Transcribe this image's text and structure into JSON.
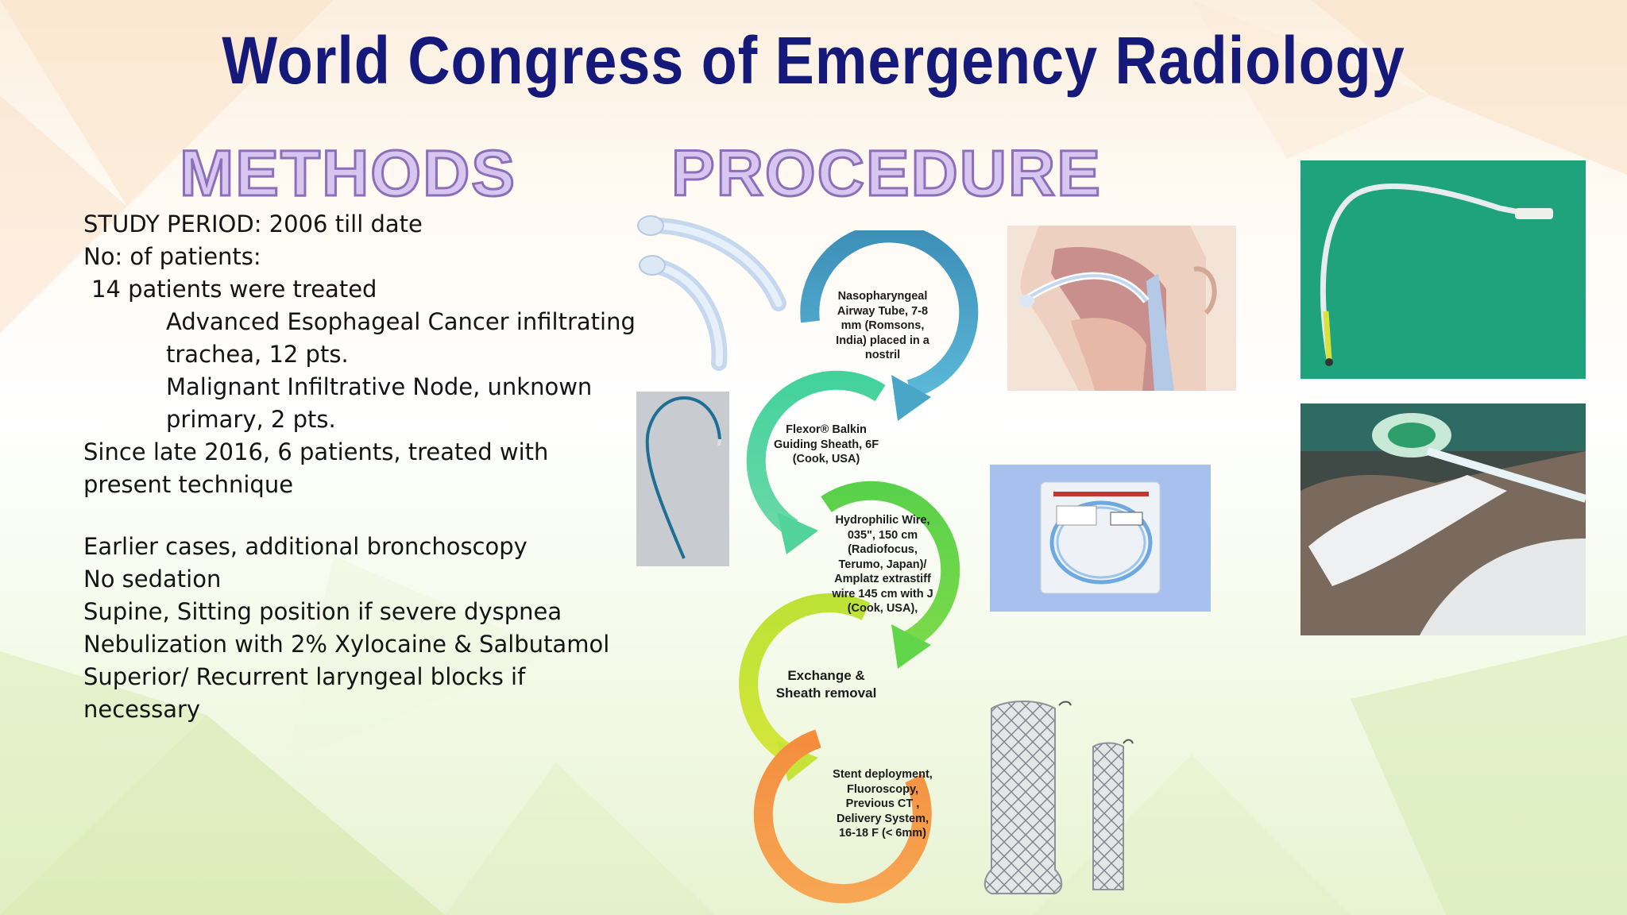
{
  "slide_title": "World Congress of Emergency Radiology",
  "methods": {
    "heading": "METHODS",
    "lines": [
      "STUDY PERIOD: 2006 till date",
      "No: of patients:",
      "14 patients were treated",
      "Advanced Esophageal Cancer infiltrating",
      "trachea, 12 pts.",
      "Malignant Infiltrative Node, unknown",
      "primary, 2 pts.",
      "Since late 2016, 6 patients, treated with",
      "present technique",
      "Earlier cases, additional bronchoscopy",
      "No sedation",
      "Supine,  Sitting position  if severe dyspnea",
      "Nebulization with 2% Xylocaine & Salbutamol",
      "Superior/ Recurrent laryngeal blocks if",
      "necessary"
    ]
  },
  "procedure": {
    "heading": "PROCEDURE",
    "steps": [
      {
        "lines": [
          "Nasopharyngeal",
          "Airway Tube, 7-8",
          "mm (Romsons,",
          "India) placed in a",
          "nostril"
        ],
        "color": "#4aa6c7"
      },
      {
        "lines": [
          "Flexor® Balkin",
          "Guiding Sheath, 6F",
          "(Cook, USA)"
        ],
        "color": "#52d39a"
      },
      {
        "lines": [
          "Hydrophilic Wire,",
          "035\", 150 cm",
          "(Radiofocus,",
          "Terumo, Japan)/",
          "Amplatz extrastiff",
          "wire 145 cm with J",
          "(Cook, USA),"
        ],
        "color": "#62d64a"
      },
      {
        "lines": [
          "Exchange &",
          "Sheath removal"
        ],
        "color": "#c7e33a"
      },
      {
        "lines": [
          "Stent deployment,",
          "Fluoroscopy,",
          "Previous CT ,",
          "Delivery System,",
          "16-18 F (< 6mm)"
        ],
        "color": "#f49a45"
      }
    ]
  },
  "colors": {
    "title": "#15197a",
    "heading_fill": "#d7c6ef",
    "heading_stroke": "#8c6fb8",
    "drape_green": "#1fae86",
    "package_blue": "#a7c0ee"
  }
}
